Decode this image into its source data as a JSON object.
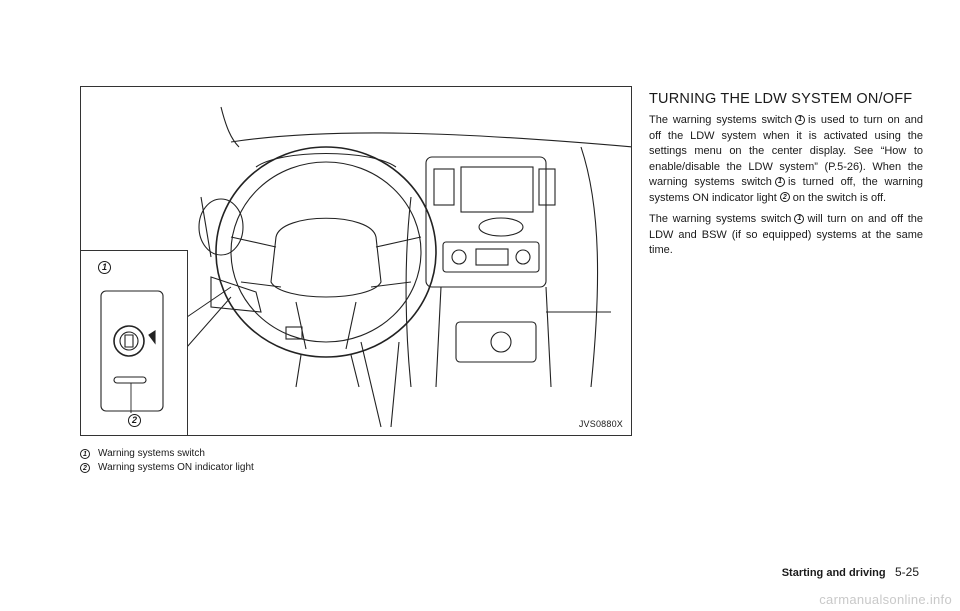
{
  "figure": {
    "code": "JVS0880X",
    "inset_callouts": [
      "1",
      "2"
    ]
  },
  "legend": [
    {
      "num": "1",
      "label": "Warning systems switch"
    },
    {
      "num": "2",
      "label": "Warning systems ON indicator light"
    }
  ],
  "section": {
    "title": "TURNING THE LDW SYSTEM ON/OFF",
    "p1": [
      {
        "t": "text",
        "v": "The warning systems switch"
      },
      {
        "t": "num",
        "v": "1"
      },
      {
        "t": "text",
        "v": "is used to turn on and off the LDW system when it is activated using the settings menu on the center display. See “How to enable/disable the LDW system” (P.5-26). When the warning systems switch"
      },
      {
        "t": "num",
        "v": "1"
      },
      {
        "t": "text",
        "v": "is turned off, the warning systems ON indicator light"
      },
      {
        "t": "num",
        "v": "2"
      },
      {
        "t": "text",
        "v": "on the switch is off."
      }
    ],
    "p2": [
      {
        "t": "text",
        "v": "The warning systems switch"
      },
      {
        "t": "num",
        "v": "1"
      },
      {
        "t": "text",
        "v": "will turn on and off the LDW and BSW (if so equipped) systems at the same time."
      }
    ]
  },
  "footer": {
    "section_name": "Starting and driving",
    "page": "5-25"
  },
  "watermark": "carmanualsonline.info"
}
